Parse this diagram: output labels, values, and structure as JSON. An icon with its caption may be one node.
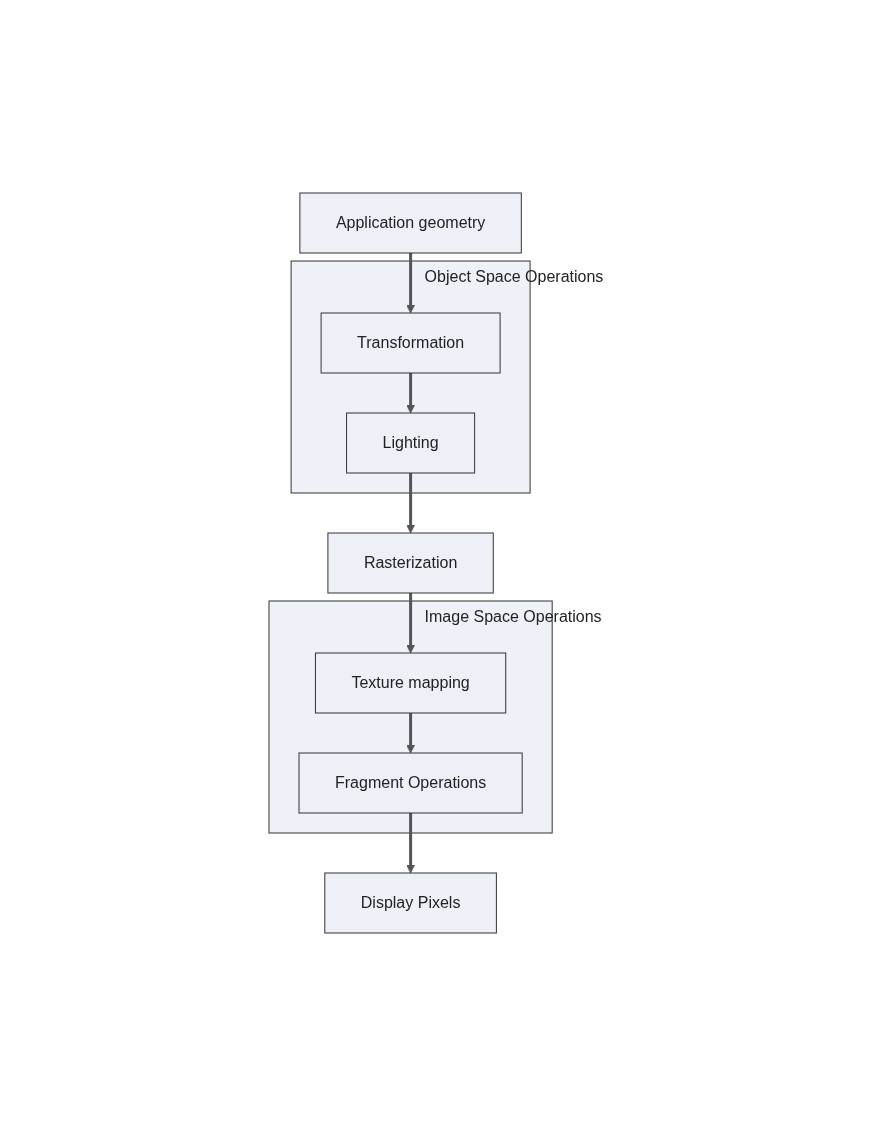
{
  "diagram": {
    "nodes": [
      {
        "text": [
          "Application geometry"
        ]
      },
      {
        "text": [
          "Object Space Operations"
        ]
      },
      {
        "text": [
          "Transformation"
        ],
        "in": 1
      },
      {
        "text": [
          "Lighting"
        ],
        "in": 1
      },
      {
        "text": [
          "Rasterization"
        ]
      },
      {
        "text": [
          "Image Space Operations"
        ]
      },
      {
        "text": [
          "Texture mapping"
        ],
        "in": 5
      },
      {
        "text": [
          "Fragment Operations"
        ],
        "in": 5
      },
      {
        "text": [
          "Display Pixels"
        ]
      }
    ],
    "edges": [
      {
        "from": 0,
        "to": 2,
        "arrow": "to"
      },
      {
        "from": 2,
        "to": 3,
        "arrow": "to"
      },
      {
        "from": 3,
        "to": 4,
        "arrow": "to"
      },
      {
        "from": 4,
        "to": 6,
        "arrow": "to"
      },
      {
        "from": 6,
        "to": 7,
        "arrow": "to"
      },
      {
        "from": 7,
        "to": 8,
        "arrow": "to"
      }
    ]
  }
}
